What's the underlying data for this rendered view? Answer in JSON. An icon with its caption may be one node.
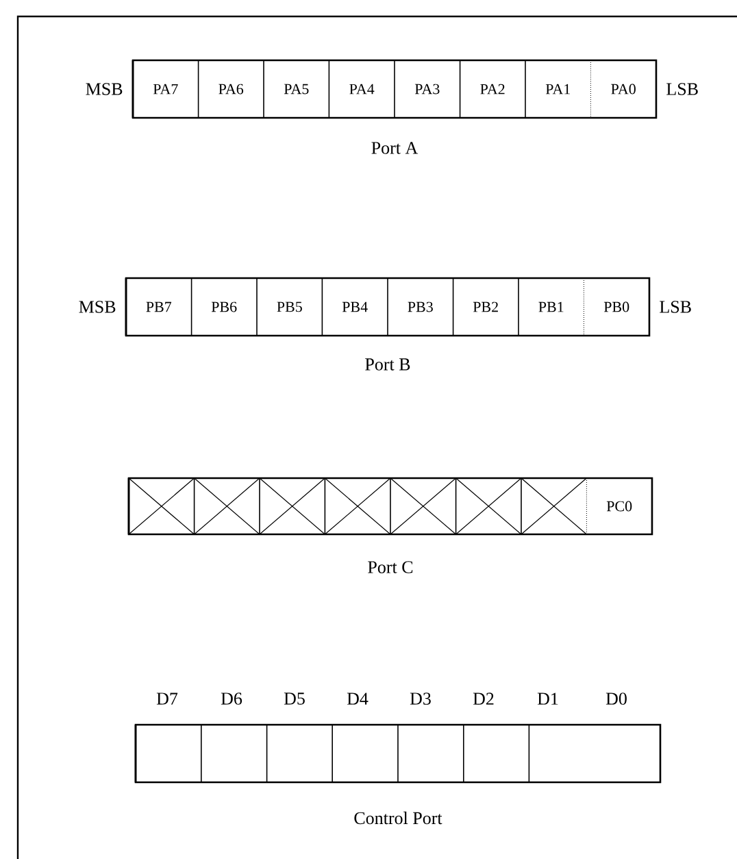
{
  "diagram": {
    "nodes": [
      {
        "text": [
          "Port A"
        ],
        "beside": [
          "MSB",
          "LSB"
        ]
      },
      {
        "text": [
          "PA7"
        ],
        "in": 0
      },
      {
        "text": [
          "PA6"
        ],
        "in": 0
      },
      {
        "text": [
          "PA5"
        ],
        "in": 0
      },
      {
        "text": [
          "PA4"
        ],
        "in": 0
      },
      {
        "text": [
          "PA3"
        ],
        "in": 0
      },
      {
        "text": [
          "PA2"
        ],
        "in": 0
      },
      {
        "text": [
          "PA1"
        ],
        "in": 0
      },
      {
        "text": [
          "PA0"
        ],
        "in": 0
      },
      {
        "text": [
          "Port B"
        ],
        "beside": [
          "MSB",
          "LSB"
        ]
      },
      {
        "text": [
          "PB7"
        ],
        "in": 9
      },
      {
        "text": [
          "PB6"
        ],
        "in": 9
      },
      {
        "text": [
          "PB5"
        ],
        "in": 9
      },
      {
        "text": [
          "PB4"
        ],
        "in": 9
      },
      {
        "text": [
          "PB3"
        ],
        "in": 9
      },
      {
        "text": [
          "PB2"
        ],
        "in": 9
      },
      {
        "text": [
          "PB1"
        ],
        "in": 9
      },
      {
        "text": [
          "PB0"
        ],
        "in": 9
      },
      {
        "text": [
          "Port C"
        ]
      },
      {
        "text": [],
        "shape": "box",
        "in": 18
      },
      {
        "text": [],
        "shape": "box",
        "in": 18
      },
      {
        "text": [],
        "shape": "box",
        "in": 18
      },
      {
        "text": [],
        "shape": "box",
        "in": 18
      },
      {
        "text": [],
        "shape": "box",
        "in": 18
      },
      {
        "text": [],
        "shape": "box",
        "in": 18
      },
      {
        "text": [],
        "shape": "box",
        "in": 18
      },
      {
        "text": [
          "PC0"
        ],
        "in": 18
      },
      {
        "text": [
          "Control Port"
        ]
      },
      {
        "text": [],
        "shape": "box",
        "in": 27
      },
      {
        "text": [],
        "shape": "box",
        "in": 27
      },
      {
        "text": [],
        "shape": "box",
        "in": 27
      },
      {
        "text": [],
        "shape": "box",
        "in": 27
      },
      {
        "text": [],
        "shape": "box",
        "in": 27
      },
      {
        "text": [],
        "shape": "box",
        "in": 27
      },
      {
        "text": [],
        "shape": "box",
        "in": 27
      }
    ],
    "labels": [
      "D7",
      "D6",
      "D5",
      "D4",
      "D3",
      "D2",
      "D1",
      "D0"
    ]
  }
}
